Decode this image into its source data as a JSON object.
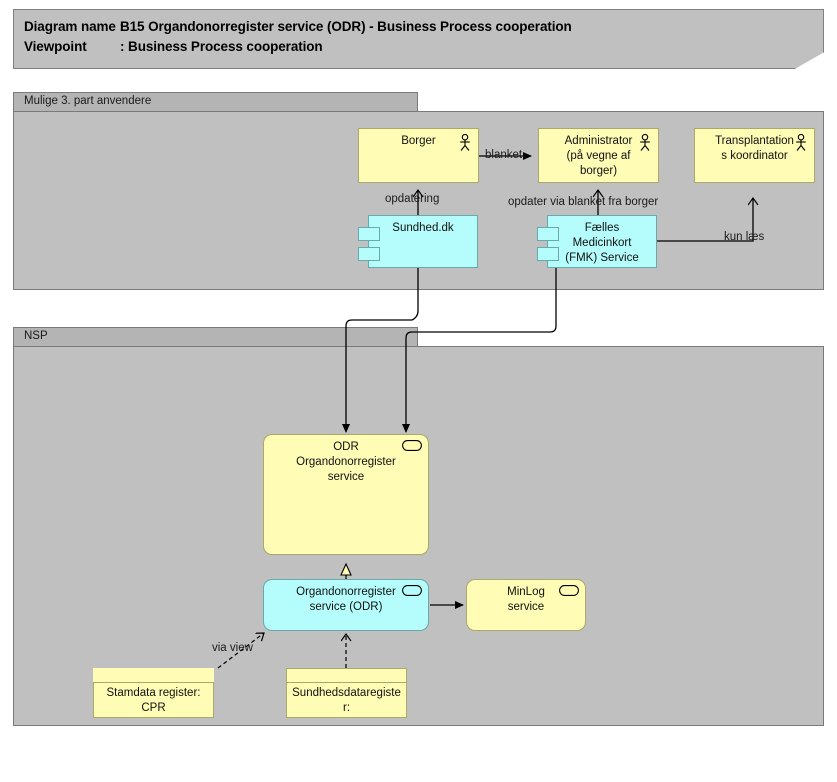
{
  "header": {
    "line1_key": "Diagram name :",
    "line1_value": "B15 Organdonorregister service (ODR) - Business Process cooperation",
    "line2_key": "Viewpoint",
    "line2_value": ": Business Process cooperation"
  },
  "groups": [
    {
      "id": "third-party",
      "label": "Mulige 3. part anvendere"
    },
    {
      "id": "nsp",
      "label": "NSP"
    }
  ],
  "nodes": [
    {
      "id": "borger",
      "label": "Borger",
      "type": "business-actor",
      "icon": "actor-icon",
      "fill": "#fffcb5"
    },
    {
      "id": "administrator",
      "label": "Administrator\n(på vegne af\nborger)",
      "type": "business-actor",
      "icon": "actor-icon",
      "fill": "#fffcb5"
    },
    {
      "id": "transplantation",
      "label": "Transplantation\ns koordinator",
      "type": "business-actor",
      "icon": "actor-icon",
      "fill": "#fffcb5"
    },
    {
      "id": "sundheddk",
      "label": "Sundhed.dk",
      "type": "application-component",
      "icon": "component-icon",
      "fill": "#b5fcfc"
    },
    {
      "id": "fmk",
      "label": "Fælles\nMedicinkort\n(FMK) Service",
      "type": "application-component",
      "icon": "component-icon",
      "fill": "#b5fcfc"
    },
    {
      "id": "odr-service",
      "label": "ODR\nOrgandonorregister\nservice",
      "type": "business-service",
      "icon": "service-icon",
      "fill": "#fffcb5"
    },
    {
      "id": "odr-app-service",
      "label": "Organdonorregister\nservice (ODR)",
      "type": "application-service",
      "icon": "service-icon",
      "fill": "#b5fcfc"
    },
    {
      "id": "minlog",
      "label": "MinLog\nservice",
      "type": "application-service",
      "icon": "service-icon",
      "fill": "#fffcb5"
    },
    {
      "id": "cpr",
      "label": "Stamdata register:\nCPR",
      "type": "data-object",
      "icon": "none",
      "fill": "#fffcb5"
    },
    {
      "id": "sundhedsdata",
      "label": "Sundhedsdataregiste\nr:\nOrgandonorregister",
      "type": "data-object",
      "icon": "none",
      "fill": "#fffcb5"
    }
  ],
  "edge_labels": [
    {
      "id": "blanket",
      "text": "blanket"
    },
    {
      "id": "opdatering",
      "text": "opdatering"
    },
    {
      "id": "opdater-blanket",
      "text": "opdater via blanket fra borger"
    },
    {
      "id": "kun-laes",
      "text": "kun læs"
    },
    {
      "id": "via-view",
      "text": "via view"
    }
  ],
  "colors": {
    "canvas": "#ffffff",
    "group_fill": "#c0c0c0",
    "group_tab": "#b4b4b4",
    "group_border": "#7a7a7a",
    "yellow_fill": "#fffcb5",
    "yellow_border": "#a9a96a",
    "cyan_fill": "#b5fcfc",
    "cyan_border": "#6aa9a9",
    "line": "#000000",
    "text": "#111111"
  }
}
